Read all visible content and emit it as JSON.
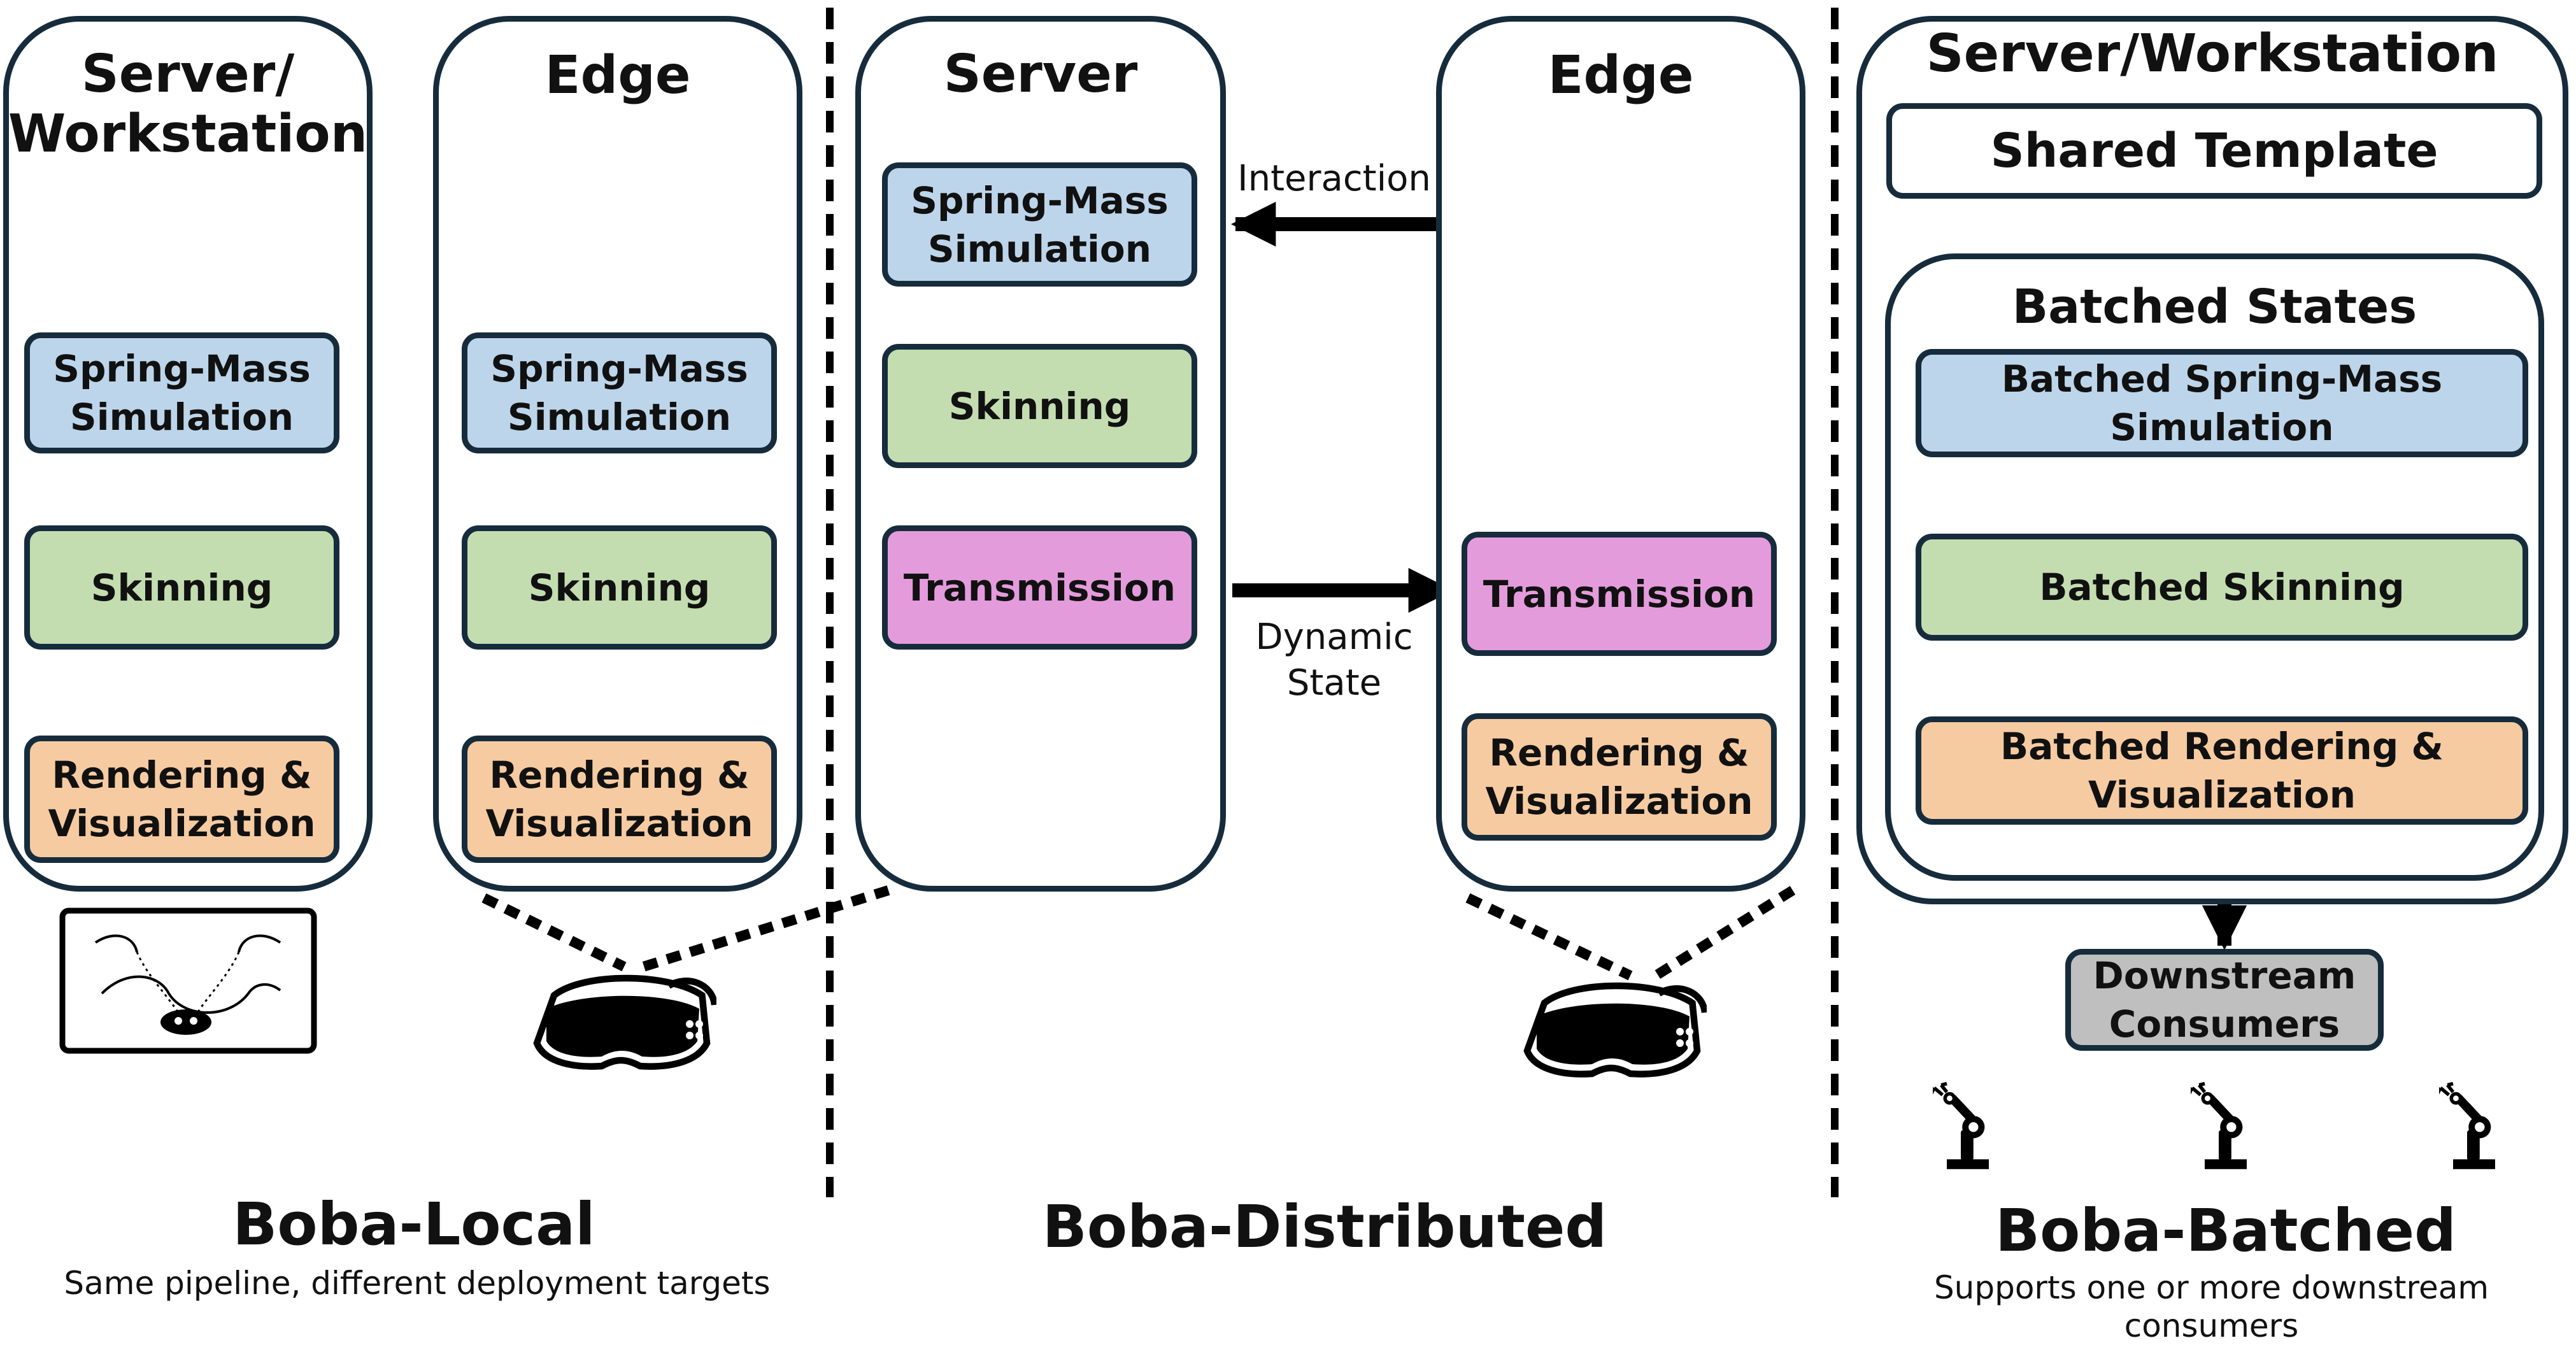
{
  "local": {
    "server_title": "Server/\nWorkstation",
    "edge_title": "Edge",
    "server_steps": [
      "Spring-Mass\nSimulation",
      "Skinning",
      "Rendering &\nVisualization"
    ],
    "edge_steps": [
      "Spring-Mass\nSimulation",
      "Skinning",
      "Rendering &\nVisualization"
    ],
    "title": "Boba-Local",
    "caption": "Same pipeline, different deployment targets"
  },
  "distributed": {
    "server_title": "Server",
    "edge_title": "Edge",
    "server_steps": [
      "Spring-Mass\nSimulation",
      "Skinning",
      "Transmission"
    ],
    "edge_steps": [
      "Transmission",
      "Rendering &\nVisualization"
    ],
    "interaction_label": "Interaction",
    "dynamic_label": "Dynamic\nState",
    "title": "Boba-Distributed"
  },
  "batched": {
    "server_title": "Server/Workstation",
    "shared_template": "Shared Template",
    "batched_states": "Batched States",
    "steps": [
      "Batched Spring-Mass\nSimulation",
      "Batched Skinning",
      "Batched Rendering &\nVisualization"
    ],
    "downstream": "Downstream\nConsumers",
    "title": "Boba-Batched",
    "caption": "Supports one or more downstream consumers"
  },
  "icons": [
    "keyboard-icon",
    "vr-controllers-icon",
    "vr-headset-icon",
    "monitor-icon",
    "robot-arm-icon"
  ],
  "colors": {
    "border": "#162c3c",
    "simulation": "#bcd5ea",
    "skinning": "#c3ddb0",
    "transmission": "#e49bdc",
    "rendering": "#f6cba1",
    "consumers": "#bfbfbf"
  }
}
